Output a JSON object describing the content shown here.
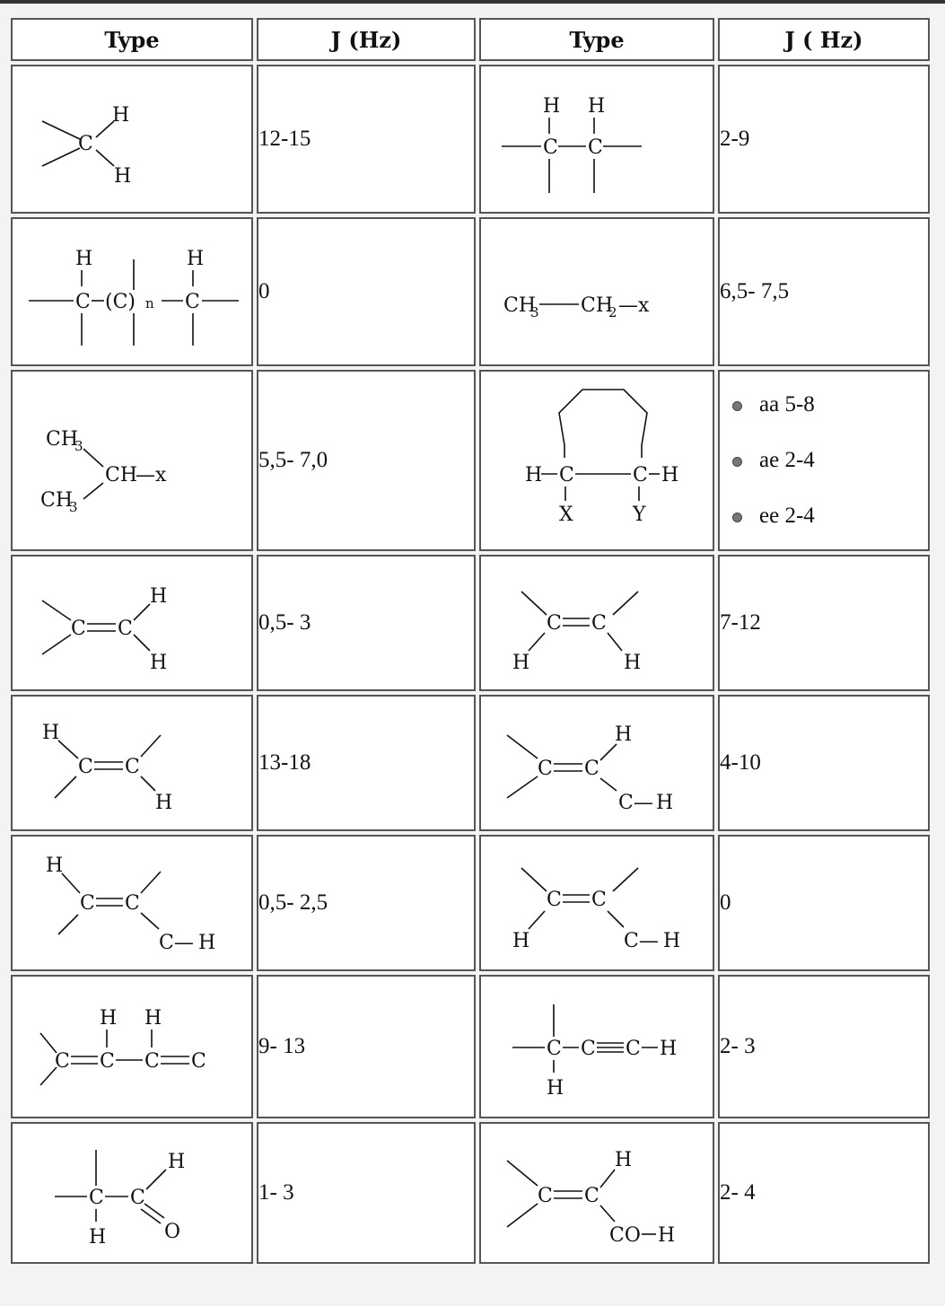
{
  "headers": {
    "type_left": "Type",
    "j_left": "J (Hz)",
    "type_right": "Type",
    "j_right": "J ( Hz)"
  },
  "rows": [
    {
      "left_value": "12-15",
      "right_value": "2-9"
    },
    {
      "left_value": "0",
      "right_value": "6,5- 7,5"
    },
    {
      "left_value": "5,5- 7,0",
      "right_list": [
        "aa 5-8",
        "ae 2-4",
        "ee 2-4"
      ]
    },
    {
      "left_value": "0,5- 3",
      "right_value": "7-12"
    },
    {
      "left_value": "13-18",
      "right_value": "4-10"
    },
    {
      "left_value": "0,5- 2,5",
      "right_value": "0"
    },
    {
      "left_value": "9- 13",
      "right_value": "2- 3"
    },
    {
      "left_value": "1- 3",
      "right_value": "2- 4"
    }
  ],
  "atoms": {
    "H": "H",
    "C": "C",
    "X": "X",
    "Y": "Y",
    "x": "x",
    "n": "n",
    "O": "O",
    "CH": "CH",
    "CH3": "CH",
    "CH2": "CH",
    "CO": "CO",
    "sub3": "3",
    "sub2": "2",
    "cn_open": "(C)",
    "h_dash": "H—",
    "dash_x": "—x",
    "c_dash": "C—"
  }
}
